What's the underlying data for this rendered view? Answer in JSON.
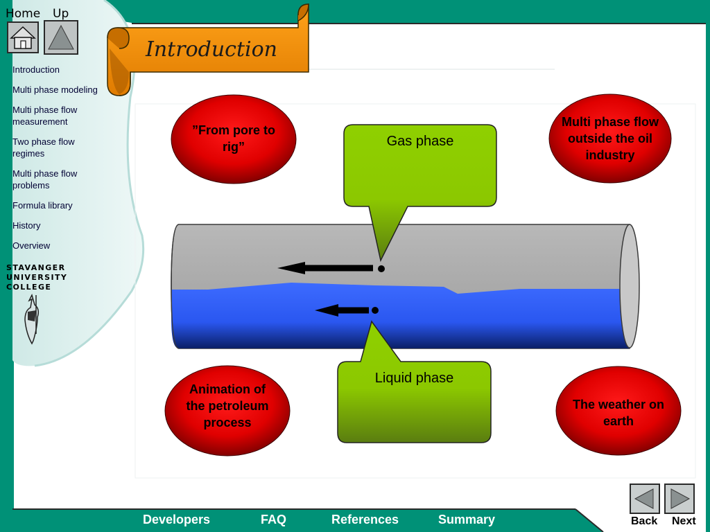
{
  "topnav": {
    "home_label": "Home",
    "up_label": "Up"
  },
  "banner": {
    "title": "Introduction"
  },
  "sidebar": {
    "items": [
      {
        "label": "Introduction"
      },
      {
        "label": "Multi phase modeling"
      },
      {
        "label": "Multi phase flow measurement"
      },
      {
        "label": "Two phase flow regimes"
      },
      {
        "label": "Multi phase flow problems"
      },
      {
        "label": "Formula library"
      },
      {
        "label": "History"
      },
      {
        "label": "Overview"
      }
    ],
    "college_lines": [
      "STAVANGER",
      "UNIVERSITY",
      "COLLEGE"
    ]
  },
  "ovals": {
    "pore_to_rig": "”From pore to rig”",
    "outside_oil": "Multi phase flow outside the oil industry",
    "animation": "Animation of the petroleum process",
    "weather": "The weather on earth"
  },
  "callouts": {
    "gas": "Gas phase",
    "liquid": "Liquid phase"
  },
  "footer": {
    "links": [
      "Developers",
      "FAQ",
      "References",
      "Summary"
    ],
    "back_label": "Back",
    "next_label": "Next"
  },
  "colors": {
    "teal_frame": "#009177",
    "sidebar_bg": "#dcf0ee",
    "oval_red": "#e60000",
    "callout_green": "#8ecc00",
    "banner_orange": "#f08a00",
    "pipe_gray": "#a9a9a9",
    "liquid_blue": "#2f62ff"
  }
}
